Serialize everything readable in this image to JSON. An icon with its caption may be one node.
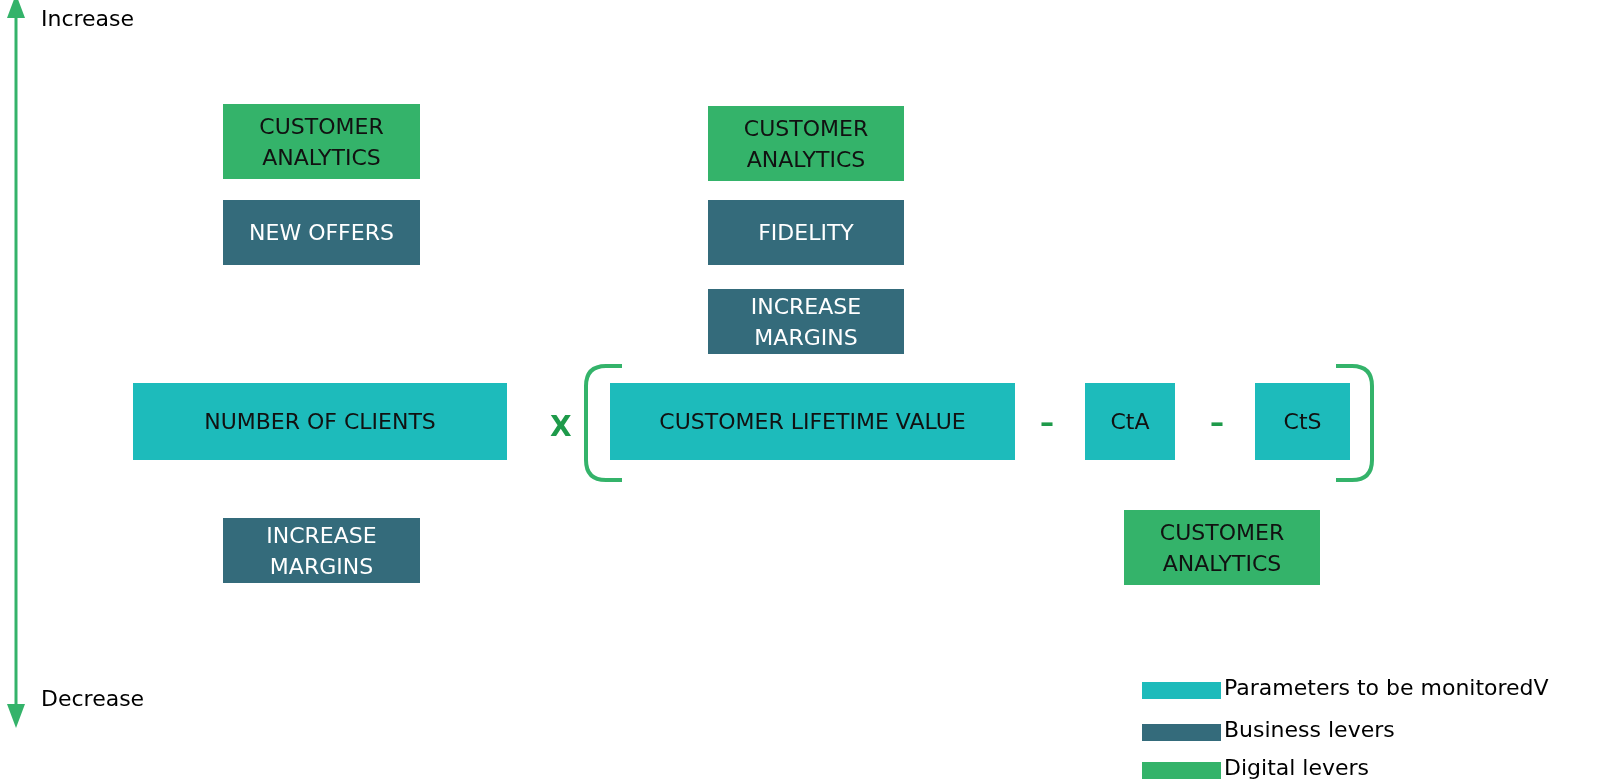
{
  "diagram": {
    "nodes": [
      {
        "text": [
          "CUSTOMER ANALYTICS"
        ]
      },
      {
        "text": [
          "CUSTOMER ANALYTICS"
        ]
      },
      {
        "text": [
          "NEW OFFERS"
        ]
      },
      {
        "text": [
          "FIDELITY"
        ]
      },
      {
        "text": [
          "INCREASE MARGINS"
        ]
      },
      {
        "text": [
          "NUMBER OF CLIENTS"
        ]
      },
      {
        "text": [
          "CUSTOMER LIFETIME VALUE"
        ]
      },
      {
        "text": [
          "CtA"
        ]
      },
      {
        "text": [
          "CtS"
        ]
      },
      {
        "text": [
          "INCREASE MARGINS"
        ]
      },
      {
        "text": [
          "CUSTOMER ANALYTICS"
        ]
      }
    ],
    "edges": [],
    "labels": [
      "Increase",
      "X",
      "–",
      "–",
      "Decrease"
    ],
    "legend": [
      {
        "text": "Parameters to be monitoredV",
        "color": "#1dbbbb"
      },
      {
        "text": "Business levers",
        "color": "#346b7b"
      },
      {
        "text": "Digital levers",
        "color": "#34b36a"
      }
    ]
  }
}
